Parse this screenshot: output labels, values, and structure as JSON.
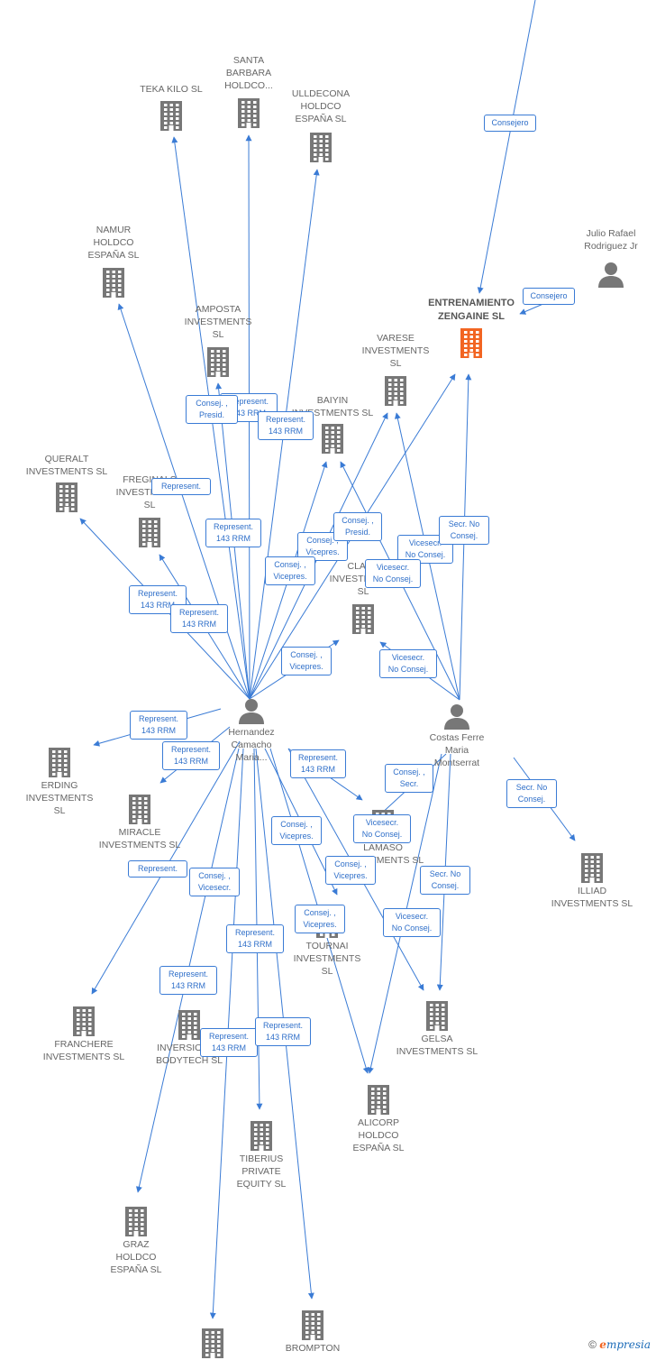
{
  "colors": {
    "edge": "#3a7bd5",
    "building": "#777777",
    "focus_building": "#f26522",
    "person": "#777777"
  },
  "nodes": [
    {
      "id": "teka",
      "type": "company",
      "label": "TEKA KILO  SL"
    },
    {
      "id": "santa",
      "type": "company",
      "label": "SANTA\nBARBARA\nHOLDCO..."
    },
    {
      "id": "ulldecona",
      "type": "company",
      "label": "ULLDECONA\nHOLDCO\nESPAÑA  SL"
    },
    {
      "id": "namur",
      "type": "company",
      "label": "NAMUR\nHOLDCO\nESPAÑA SL"
    },
    {
      "id": "amposta",
      "type": "company",
      "label": "AMPOSTA\nINVESTMENTS\nSL"
    },
    {
      "id": "entrenamiento",
      "type": "focus",
      "label": "ENTRENAMIENTO\nZENGAINE  SL"
    },
    {
      "id": "julio",
      "type": "person",
      "label": "Julio Rafael\nRodriguez Jr"
    },
    {
      "id": "varese",
      "type": "company",
      "label": "VARESE\nINVESTMENTS\nSL"
    },
    {
      "id": "baiyin",
      "type": "company",
      "label": "BAIYIN\nINVESTMENTS SL"
    },
    {
      "id": "queralt",
      "type": "company",
      "label": "QUERALT\nINVESTMENTS SL"
    },
    {
      "id": "fregina",
      "type": "company",
      "label": "FREGINALS\nINVESTMENTS\nSL"
    },
    {
      "id": "clare",
      "type": "company",
      "label": "CLARE\nINVESTMENTS\nSL"
    },
    {
      "id": "hernandez",
      "type": "person",
      "label": "Hernandez\nCamacho\nMaria..."
    },
    {
      "id": "costas",
      "type": "person",
      "label": "Costas Ferre\nMaria\nMontserrat"
    },
    {
      "id": "erding",
      "type": "company",
      "label": "ERDING\nINVESTMENTS\nSL"
    },
    {
      "id": "miracle",
      "type": "company",
      "label": "MIRACLE\nINVESTMENTS SL"
    },
    {
      "id": "lamaso",
      "type": "company",
      "label": "LAMASO\nINVESTMENTS SL"
    },
    {
      "id": "illiad",
      "type": "company",
      "label": "ILLIAD\nINVESTMENTS SL"
    },
    {
      "id": "tournai",
      "type": "company",
      "label": "TOURNAI\nINVESTMENTS\nSL"
    },
    {
      "id": "franchere",
      "type": "company",
      "label": "FRANCHERE\nINVESTMENTS SL"
    },
    {
      "id": "inversiones",
      "type": "company",
      "label": "INVERSIONES\nBODYTECH  SL"
    },
    {
      "id": "gelsa",
      "type": "company",
      "label": "GELSA\nINVESTMENTS SL"
    },
    {
      "id": "alicorp",
      "type": "company",
      "label": "ALICORP\nHOLDCO\nESPAÑA  SL"
    },
    {
      "id": "tiberius",
      "type": "company",
      "label": "TIBERIUS\nPRIVATE\nEQUITY  SL"
    },
    {
      "id": "graz",
      "type": "company",
      "label": "GRAZ\nHOLDCO\nESPAÑA  SL"
    },
    {
      "id": "brompton",
      "type": "company",
      "label": "BROMPTON"
    },
    {
      "id": "bottom",
      "type": "company",
      "label": ""
    }
  ],
  "roles": [
    "Consejero",
    "Consejero",
    "Represent.\n143 RRM",
    "Consej. ,\nPresid.",
    "Represent.\n143 RRM",
    "Represent.",
    "Represent.\n143 RRM",
    "Consej. ,\nVicepres.",
    "Consej. ,\nPresid.",
    "Consej. ,\nVicepres.",
    "Vicesecr.\nNo Consej.",
    "Secr.  No\nConsej.",
    "Vicesecr.\nNo Consej.",
    "Represent.\n143 RRM",
    "Represent.\n143 RRM",
    "Consej. ,\nVicepres.",
    "Vicesecr.\nNo Consej.",
    "Represent.\n143 RRM",
    "Represent.\n143 RRM",
    "Represent.\n143 RRM",
    "Consej. ,\nSecr.",
    "Secr.  No\nConsej.",
    "Vicesecr.\nNo Consej.",
    "Consej. ,\nVicepres.",
    "Represent.",
    "Consej. ,\nVicesecr.",
    "Consej. ,\nVicepres.",
    "Secr.  No\nConsej.",
    "Represent.\n143 RRM",
    "Consej. ,\nVicepres.",
    "Vicesecr.\nNo Consej.",
    "Represent.\n143 RRM",
    "Represent.\n143 RRM",
    "Represent.\n143 RRM"
  ],
  "footer": {
    "copyright": "©",
    "brand_initial": "e",
    "brand_rest": "mpresia"
  }
}
